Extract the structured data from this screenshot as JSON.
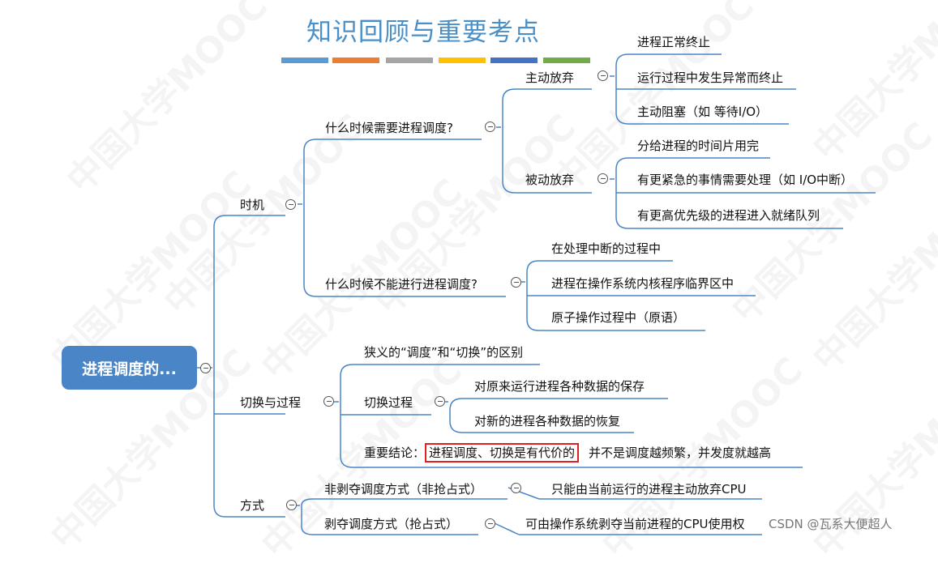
{
  "title": "知识回顾与重要考点",
  "color_bars": [
    "#5b9bd5",
    "#ed7d31",
    "#a5a5a5",
    "#ffc000",
    "#4472c4",
    "#70ad47"
  ],
  "root": "进程调度的...",
  "timing": {
    "label": "时机",
    "when_needed": {
      "label": "什么时候需要进程调度?",
      "active": {
        "label": "主动放弃",
        "items": [
          "进程正常终止",
          "运行过程中发生异常而终止",
          "主动阻塞（如 等待I/O）"
        ]
      },
      "passive": {
        "label": "被动放弃",
        "items": [
          "分给进程的时间片用完",
          "有更紧急的事情需要处理（如 I/O中断）",
          "有更高优先级的进程进入就绪队列"
        ]
      }
    },
    "when_not": {
      "label": "什么时候不能进行进程调度?",
      "items": [
        "在处理中断的过程中",
        "进程在操作系统内核程序临界区中",
        "原子操作过程中（原语）"
      ]
    }
  },
  "switch": {
    "label": "切换与过程",
    "narrow": "狭义的“调度”和“切换”的区别",
    "process": {
      "label": "切换过程",
      "items": [
        "对原来运行进程各种数据的保存",
        "对新的进程各种数据的恢复"
      ]
    },
    "conclusion": {
      "prefix": "重要结论：",
      "highlight": "进程调度、切换是有代价的",
      "suffix": "并不是调度越频繁，并发度就越高"
    }
  },
  "mode": {
    "label": "方式",
    "nonpreemptive": {
      "label": "非剥夺调度方式（非抢占式）",
      "item": "只能由当前运行的进程主动放弃CPU"
    },
    "preemptive": {
      "label": "剥夺调度方式（抢占式）",
      "item": "可由操作系统剥夺当前进程的CPU使用权"
    }
  },
  "watermark": "中国大学MOOC",
  "credit": "CSDN @瓦系大便超人"
}
